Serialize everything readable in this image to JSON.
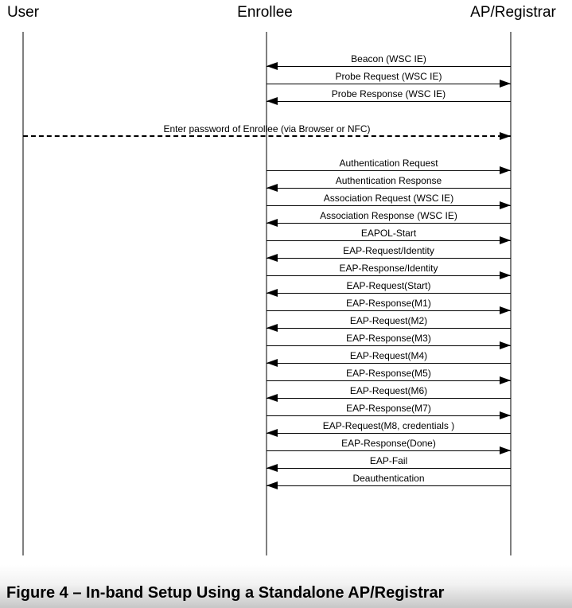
{
  "actors": [
    {
      "name": "User"
    },
    {
      "name": "Enrollee"
    },
    {
      "name": "AP/Registrar"
    }
  ],
  "messages": [
    {
      "label": "Beacon (WSC IE)",
      "from": "AP/Registrar",
      "to": "Enrollee",
      "style": "solid"
    },
    {
      "label": "Probe Request (WSC IE)",
      "from": "Enrollee",
      "to": "AP/Registrar",
      "style": "solid"
    },
    {
      "label": "Probe Response (WSC IE)",
      "from": "AP/Registrar",
      "to": "Enrollee",
      "style": "solid"
    },
    {
      "label": "Enter password of Enrollee  (via Browser or NFC)",
      "from": "User",
      "to": "AP/Registrar",
      "style": "dashed"
    },
    {
      "label": "Authentication Request",
      "from": "Enrollee",
      "to": "AP/Registrar",
      "style": "solid"
    },
    {
      "label": "Authentication Response",
      "from": "AP/Registrar",
      "to": "Enrollee",
      "style": "solid"
    },
    {
      "label": "Association Request (WSC IE)",
      "from": "Enrollee",
      "to": "AP/Registrar",
      "style": "solid"
    },
    {
      "label": "Association Response (WSC IE)",
      "from": "AP/Registrar",
      "to": "Enrollee",
      "style": "solid"
    },
    {
      "label": "EAPOL-Start",
      "from": "Enrollee",
      "to": "AP/Registrar",
      "style": "solid"
    },
    {
      "label": "EAP-Request/Identity",
      "from": "AP/Registrar",
      "to": "Enrollee",
      "style": "solid"
    },
    {
      "label": "EAP-Response/Identity",
      "from": "Enrollee",
      "to": "AP/Registrar",
      "style": "solid"
    },
    {
      "label": "EAP-Request(Start)",
      "from": "AP/Registrar",
      "to": "Enrollee",
      "style": "solid"
    },
    {
      "label": "EAP-Response(M1)",
      "from": "Enrollee",
      "to": "AP/Registrar",
      "style": "solid"
    },
    {
      "label": "EAP-Request(M2)",
      "from": "AP/Registrar",
      "to": "Enrollee",
      "style": "solid"
    },
    {
      "label": "EAP-Response(M3)",
      "from": "Enrollee",
      "to": "AP/Registrar",
      "style": "solid"
    },
    {
      "label": "EAP-Request(M4)",
      "from": "AP/Registrar",
      "to": "Enrollee",
      "style": "solid"
    },
    {
      "label": "EAP-Response(M5)",
      "from": "Enrollee",
      "to": "AP/Registrar",
      "style": "solid"
    },
    {
      "label": "EAP-Request(M6)",
      "from": "AP/Registrar",
      "to": "Enrollee",
      "style": "solid"
    },
    {
      "label": "EAP-Response(M7)",
      "from": "Enrollee",
      "to": "AP/Registrar",
      "style": "solid"
    },
    {
      "label": "EAP-Request(M8, credentials )",
      "from": "AP/Registrar",
      "to": "Enrollee",
      "style": "solid"
    },
    {
      "label": "EAP-Response(Done)",
      "from": "Enrollee",
      "to": "AP/Registrar",
      "style": "solid"
    },
    {
      "label": "EAP-Fail",
      "from": "AP/Registrar",
      "to": "Enrollee",
      "style": "solid"
    },
    {
      "label": "Deauthentication",
      "from": "AP/Registrar",
      "to": "Enrollee",
      "style": "solid"
    }
  ],
  "caption": "Figure 4 – In-band Setup Using a Standalone AP/Registrar",
  "colors": {
    "message_line": "#000000",
    "lifeline": "#7f7f7f",
    "background": "#ffffff",
    "caption_band_end": "#c7c7c7"
  },
  "icons": {
    "arrowhead": "filled-triangle"
  }
}
